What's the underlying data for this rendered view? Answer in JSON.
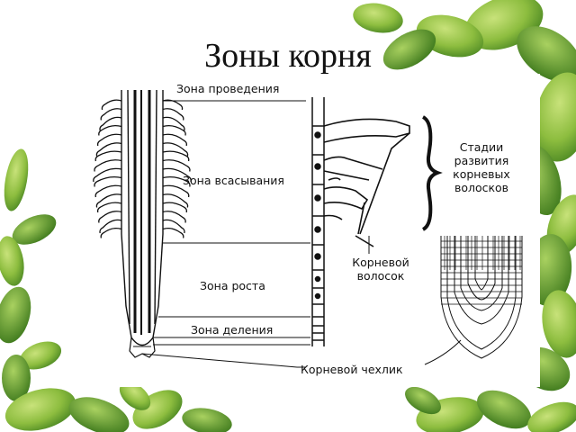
{
  "title": "Зоны корня",
  "zones": {
    "conduction": "Зона проведения",
    "absorption": "Зона всасывания",
    "growth": "Зона роста",
    "division": "Зона деления"
  },
  "root_hair_stages": [
    "Стадии",
    "развития",
    "корневых",
    "волосков"
  ],
  "root_hair": [
    "Корневой",
    "волосок"
  ],
  "root_cap": "Корневой чехлик",
  "colors": {
    "leaf_light": "#9cc64a",
    "leaf_dark": "#4f8a25",
    "ink": "#111111"
  }
}
